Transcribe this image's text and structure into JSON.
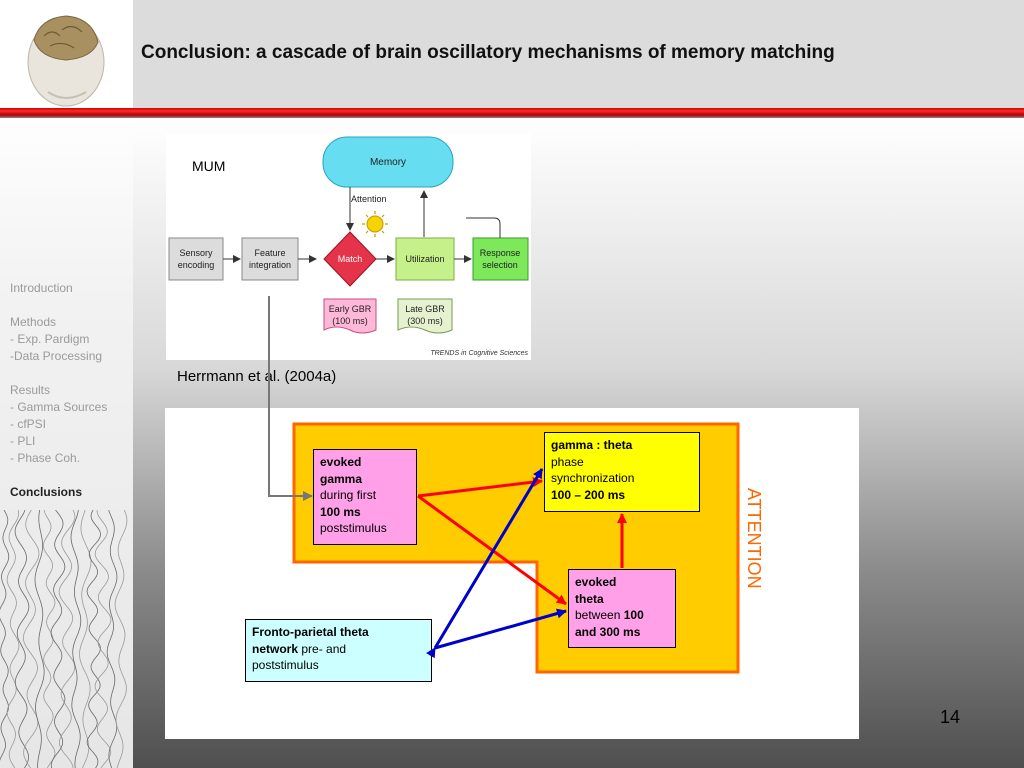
{
  "slide": {
    "title": "Conclusion: a cascade of brain oscillatory mechanisms of memory matching",
    "page_number": "14"
  },
  "nav": {
    "introduction": "Introduction",
    "methods": "Methods",
    "methods_items": [
      "- Exp. Pardigm",
      "-Data Processing"
    ],
    "results": "Results",
    "results_items": [
      "- Gamma Sources",
      "- cfPSI",
      "- PLI",
      "- Phase Coh."
    ],
    "conclusions": "Conclusions"
  },
  "mum_figure": {
    "label": "MUM",
    "memory": "Memory",
    "attention": "Attention",
    "sensory": [
      "Sensory",
      "encoding"
    ],
    "feature": [
      "Feature",
      "integration"
    ],
    "match": "Match",
    "utilization": "Utilization",
    "response": [
      "Response",
      "selection"
    ],
    "early_gbr": [
      "Early GBR",
      "(100 ms)"
    ],
    "late_gbr": [
      "Late GBR",
      "(300 ms)"
    ],
    "source": "TRENDS in Cognitive Sciences",
    "citation": "Herrmann et al. (2004a)"
  },
  "cascade": {
    "evoked_gamma": {
      "l1": "evoked",
      "l2": "gamma",
      "l3": "during first",
      "l4": "100 ms",
      "l5": "poststimulus"
    },
    "gamma_theta": {
      "l1": "gamma : theta",
      "l2": "phase",
      "l3": "synchronization",
      "l4": "100 – 200 ms"
    },
    "evoked_theta": {
      "l1": "evoked",
      "l2": "theta",
      "l3": "between",
      "l3b": "100",
      "l4": "and 300 ms"
    },
    "fronto": {
      "l1": "Fronto-parietal theta",
      "l2a": "network",
      "l2b": " pre- and",
      "l3": "poststimulus"
    },
    "attention_label": "ATTENTION"
  },
  "colors": {
    "attention_region_fill": "#ffcc00",
    "attention_region_border": "#ff6600",
    "attention_text": "#ff6600",
    "red_arrow": "#ff0000",
    "blue_arrow": "#0000cc",
    "header_rule": "#cc0000"
  }
}
